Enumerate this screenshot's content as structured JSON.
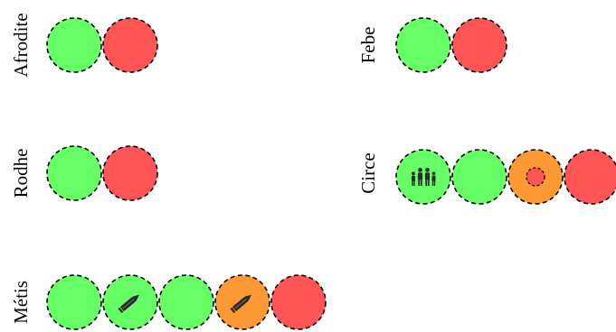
{
  "colors": {
    "green": "#66ff66",
    "red": "#ff5555",
    "orange": "#ff9933",
    "outline": "#000000",
    "glyph": "#2a2a2a"
  },
  "groups": [
    {
      "name": "Afrodite",
      "circles": [
        {
          "color": "green",
          "icon": null
        },
        {
          "color": "red",
          "icon": null
        }
      ]
    },
    {
      "name": "Febe",
      "circles": [
        {
          "color": "green",
          "icon": null
        },
        {
          "color": "red",
          "icon": null
        }
      ]
    },
    {
      "name": "Rodhe",
      "circles": [
        {
          "color": "green",
          "icon": null
        },
        {
          "color": "red",
          "icon": null
        }
      ]
    },
    {
      "name": "Circe",
      "circles": [
        {
          "color": "green",
          "icon": "family-icon"
        },
        {
          "color": "green",
          "icon": null
        },
        {
          "color": "orange",
          "icon": "inner-red-dot"
        },
        {
          "color": "red",
          "icon": null
        }
      ]
    },
    {
      "name": "Métis",
      "circles": [
        {
          "color": "green",
          "icon": null
        },
        {
          "color": "green",
          "icon": "pencil-icon"
        },
        {
          "color": "green",
          "icon": null
        },
        {
          "color": "orange",
          "icon": "pencil-icon"
        },
        {
          "color": "red",
          "icon": null
        }
      ]
    }
  ]
}
